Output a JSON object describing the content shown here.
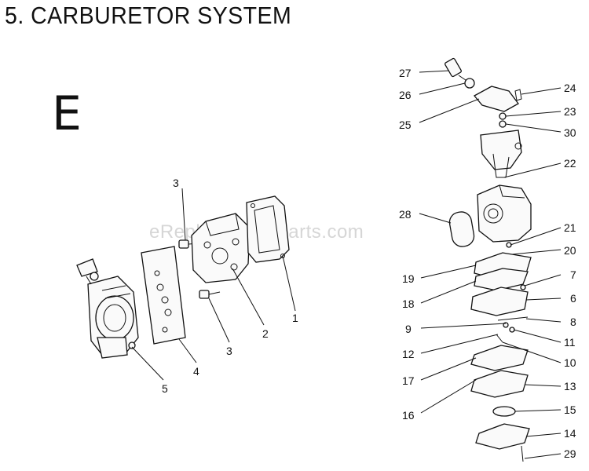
{
  "title": "5.  CARBURETOR SYSTEM",
  "section_label": "E",
  "watermark": "eReplacementParts.com",
  "callouts": {
    "c1": "1",
    "c2": "2",
    "c3a": "3",
    "c3b": "3",
    "c4": "4",
    "c5": "5",
    "c6": "6",
    "c7": "7",
    "c8": "8",
    "c9": "9",
    "c10": "10",
    "c11": "11",
    "c12": "12",
    "c13": "13",
    "c14": "14",
    "c15": "15",
    "c16": "16",
    "c17": "17",
    "c18": "18",
    "c19": "19",
    "c20": "20",
    "c21": "21",
    "c22": "22",
    "c23": "23",
    "c24": "24",
    "c25": "25",
    "c26": "26",
    "c27": "27",
    "c28": "28",
    "c29": "29",
    "c30": "30"
  }
}
